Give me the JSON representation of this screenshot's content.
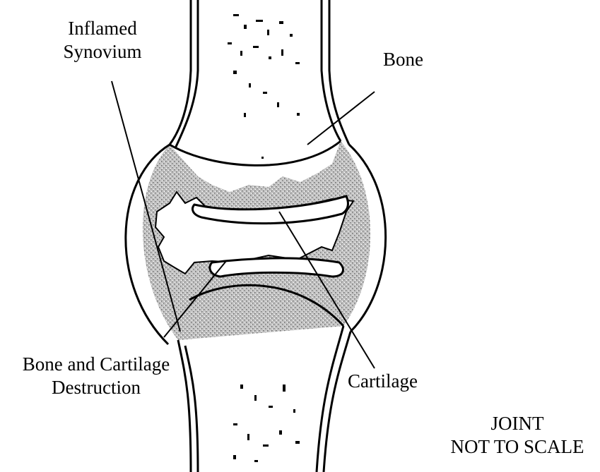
{
  "labels": {
    "inflamed_synovium": [
      "Inflamed",
      "Synovium"
    ],
    "bone": "Bone",
    "bone_cartilage_destruction": [
      "Bone and Cartilage",
      "Destruction"
    ],
    "cartilage": "Cartilage",
    "joint": "JOINT",
    "scale_note": "NOT TO SCALE"
  },
  "colors": {
    "ink": "#000000",
    "synovium_fill": "#b8b8b8",
    "background": "#ffffff"
  }
}
